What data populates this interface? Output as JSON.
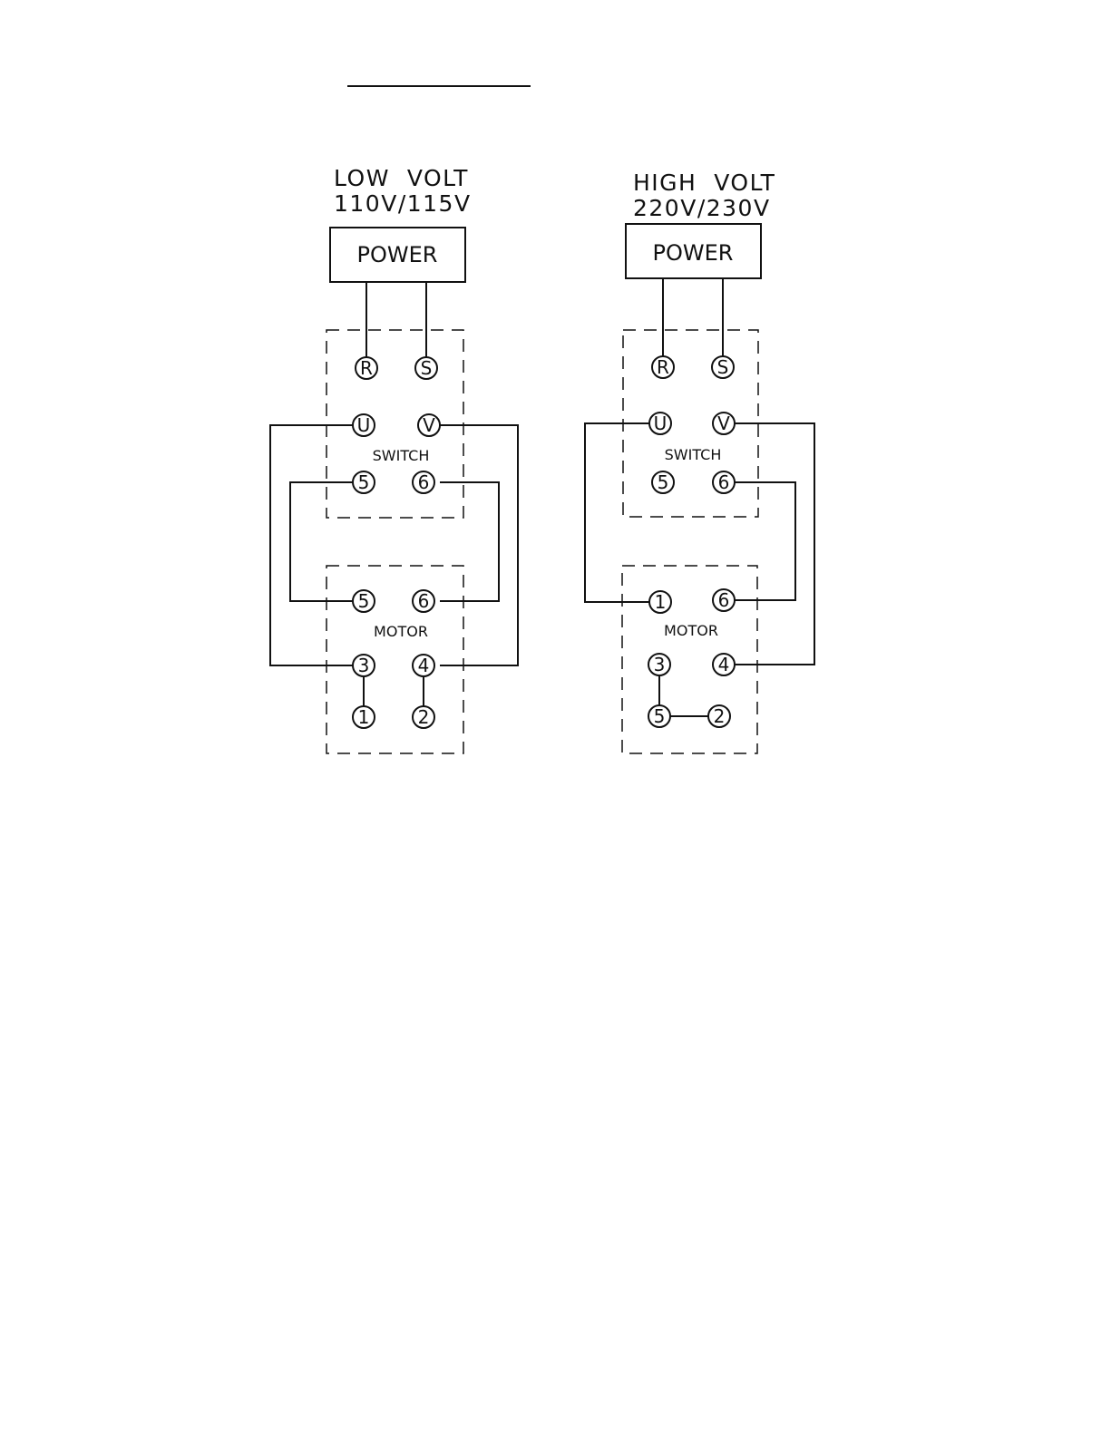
{
  "header_underline": "",
  "panels": [
    {
      "id": "low",
      "heading": "LOW  VOLT",
      "voltage": "110V/115V",
      "power_label": "POWER",
      "switch_label": "SWITCH",
      "motor_label": "MOTOR",
      "switch_terminals": [
        "R",
        "S",
        "U",
        "V",
        "5",
        "6"
      ],
      "motor_terminals": [
        "5",
        "6",
        "3",
        "4",
        "1",
        "2"
      ]
    },
    {
      "id": "high",
      "heading": "HIGH  VOLT",
      "voltage": "220V/230V",
      "power_label": "POWER",
      "switch_label": "SWITCH",
      "motor_label": "MOTOR",
      "switch_terminals": [
        "R",
        "S",
        "U",
        "V",
        "5",
        "6"
      ],
      "motor_terminals": [
        "1",
        "6",
        "3",
        "4",
        "5",
        "2"
      ]
    }
  ]
}
